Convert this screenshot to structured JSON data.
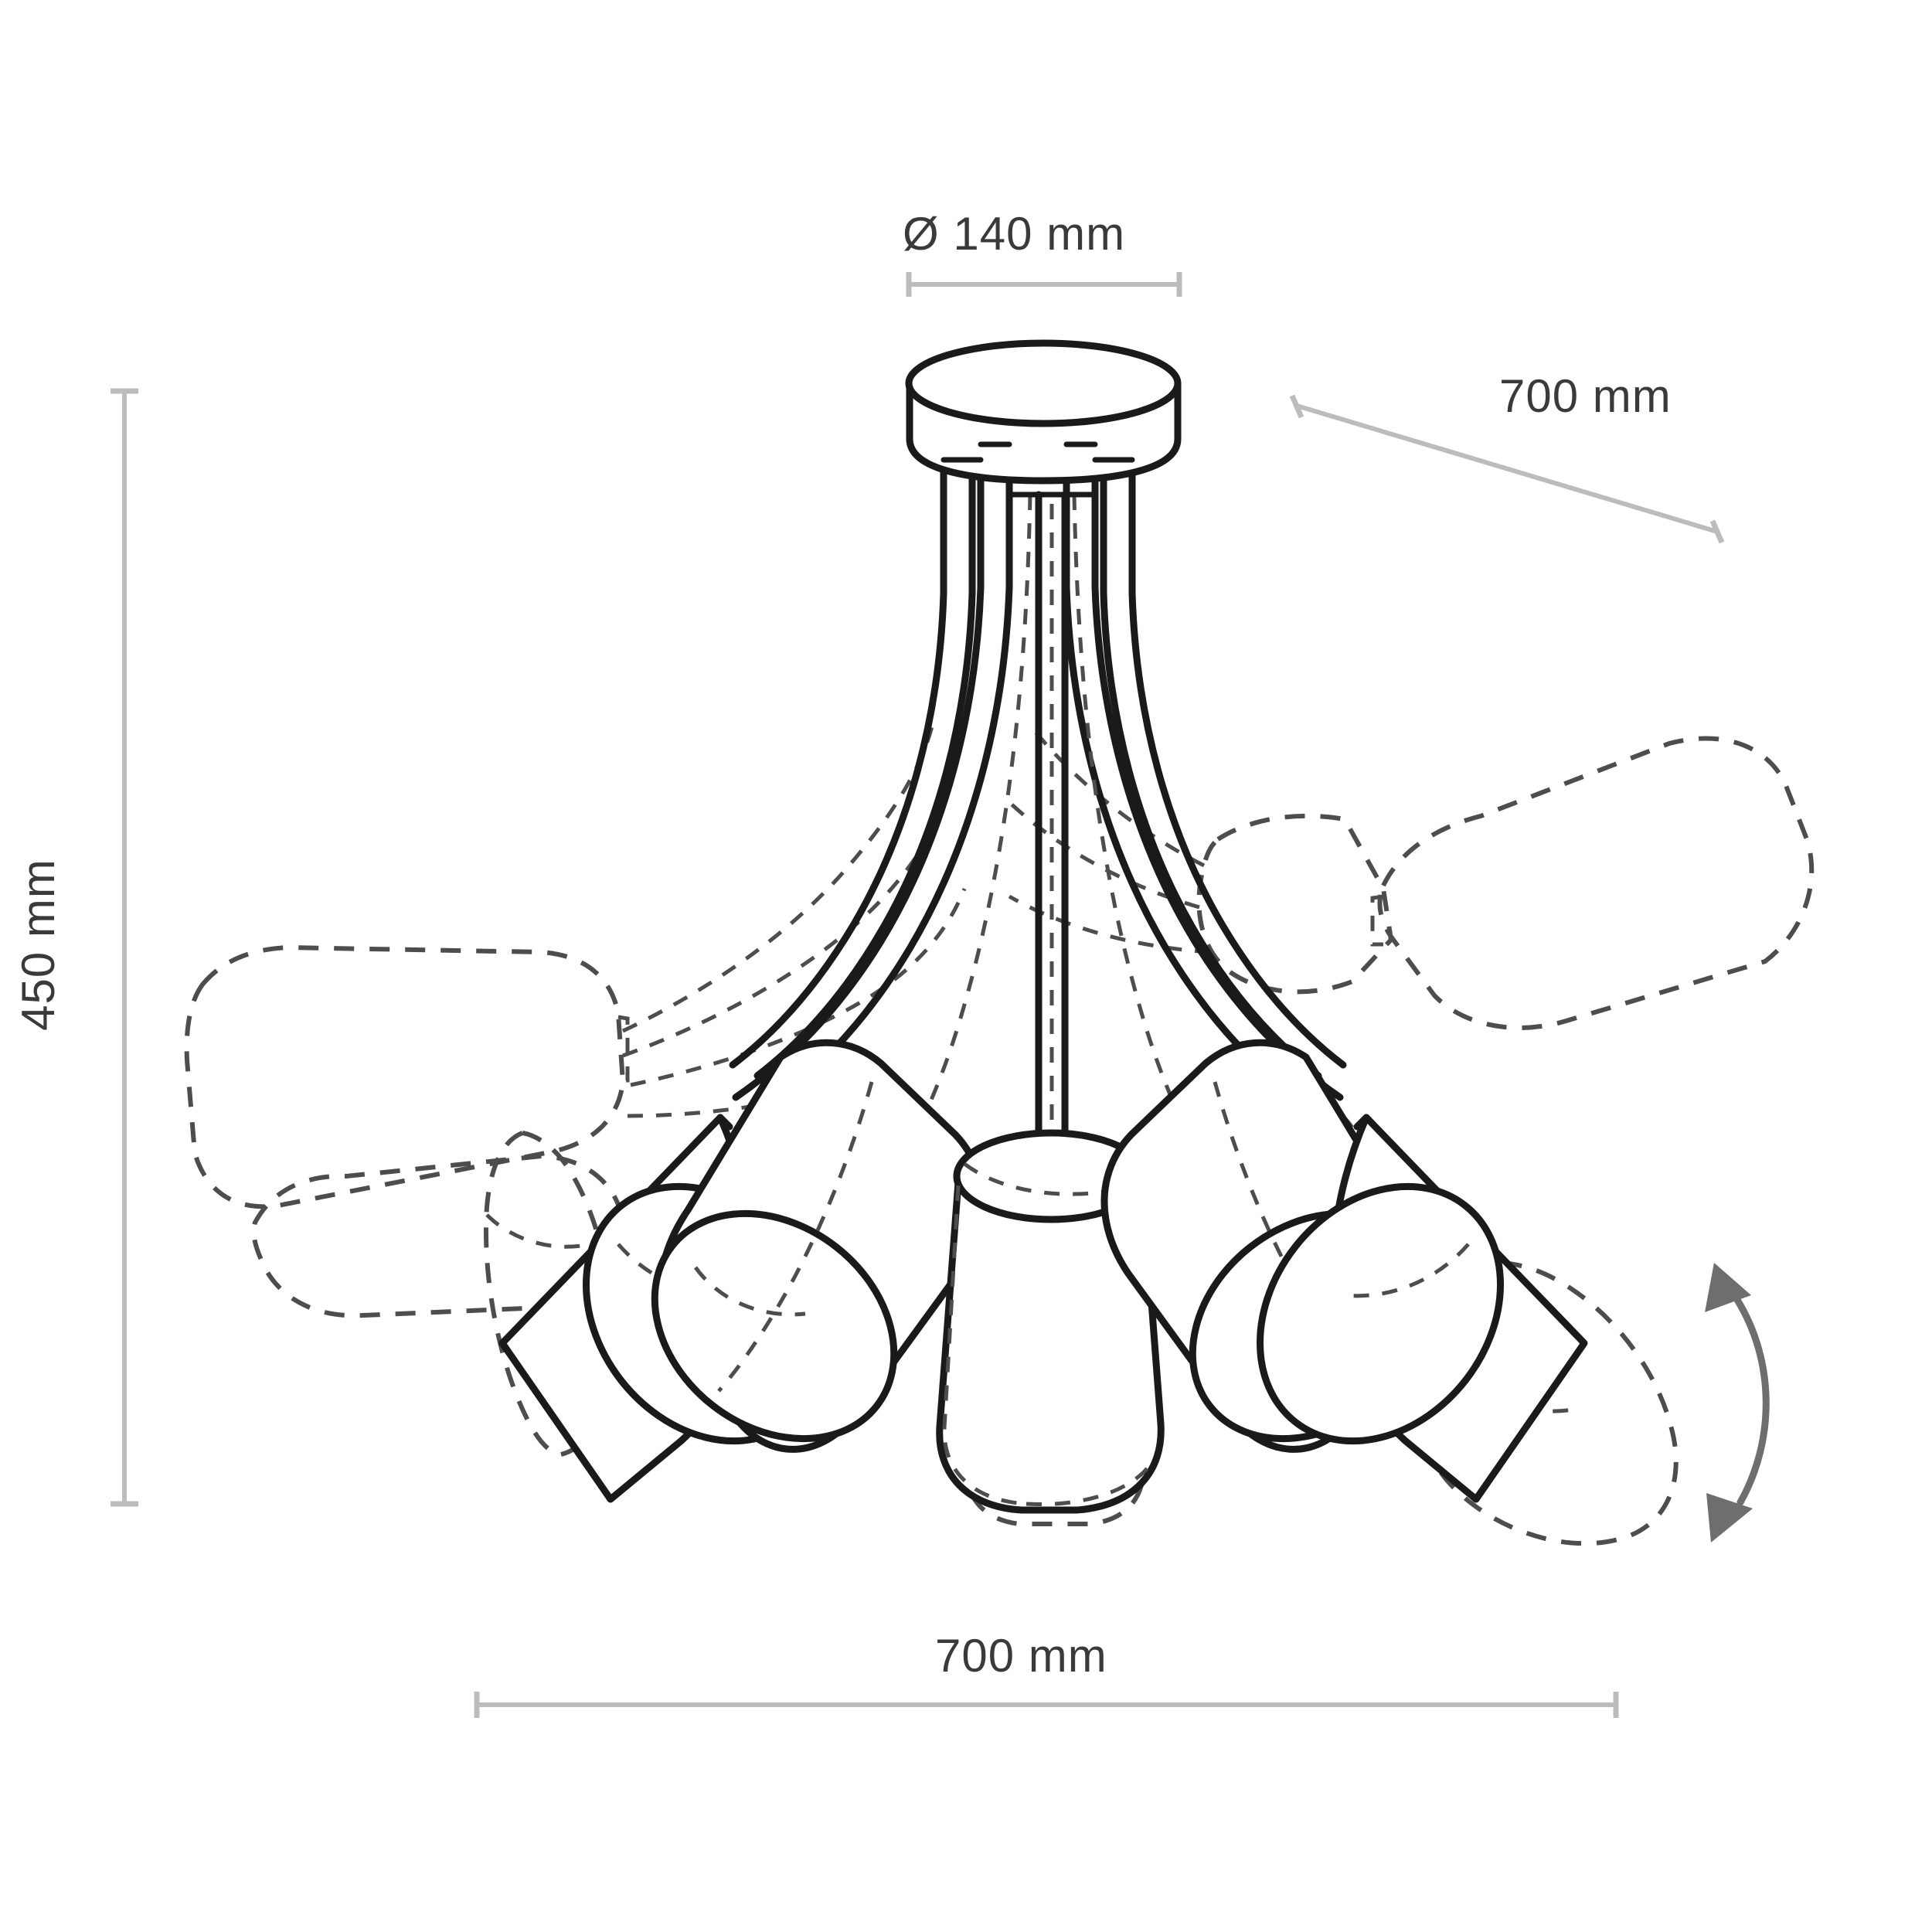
{
  "drawing": {
    "title": "Ceiling light technical dimension drawing",
    "subject": "five-arm ceiling lamp with adjustable conical shades",
    "line_colors": {
      "outline": "#1a1a1a",
      "hidden_dashed": "#4d4d4d",
      "dimension": "#bcbcbc",
      "arrow": "#6e6e6e",
      "text": "#3a3a3a",
      "background": "#ffffff"
    },
    "shade_count": 5,
    "arm_count": 5
  },
  "dimensions": {
    "diameter": {
      "label": "Ø 140 mm",
      "value": 140,
      "unit": "mm",
      "symbol": "Ø",
      "orientation": "horizontal",
      "measures": "canopy diameter"
    },
    "reach": {
      "label": "700 mm",
      "value": 700,
      "unit": "mm",
      "orientation": "diagonal",
      "measures": "overall spread"
    },
    "height": {
      "label": "450 mm",
      "value": 450,
      "unit": "mm",
      "orientation": "vertical",
      "measures": "overall height"
    },
    "width": {
      "label": "700 mm",
      "value": 700,
      "unit": "mm",
      "orientation": "horizontal",
      "measures": "overall width"
    }
  },
  "annotations": {
    "swivel_arrow": {
      "name": "double-headed curved arrow",
      "meaning": "shade tilt adjustment range",
      "color": "#6e6e6e"
    }
  }
}
